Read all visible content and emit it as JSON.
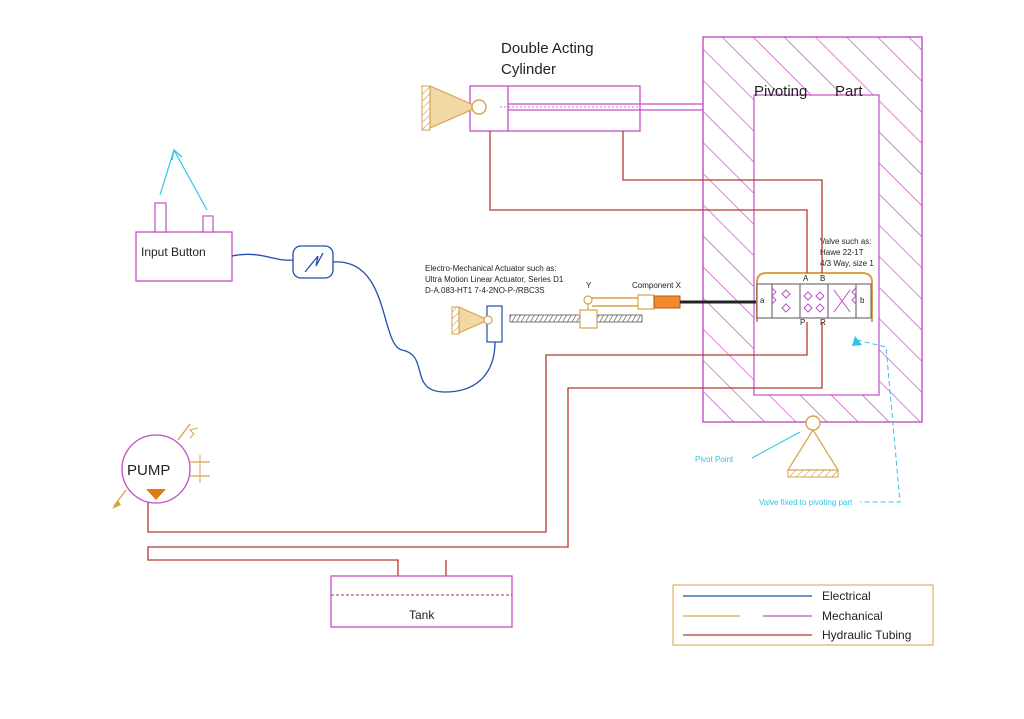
{
  "labels": {
    "cylinder_line1": "Double Acting",
    "cylinder_line2": "Cylinder",
    "pivoting_part_1": "Pivoting",
    "pivoting_part_2": "Part",
    "input_button": "Input Button",
    "actuator_line1": "Electro-Mechanical Actuator such as:",
    "actuator_line2": "Ultra Motion Linear Actuator, Series D1",
    "actuator_line3": "D-A.083-HT1 7-4-2NO-P-/RBC3S",
    "y": "Y",
    "component_x": "Component X",
    "valve_line1": "Valve such as:",
    "valve_line2": "Hawe 22-1T",
    "valve_line3": "4/3 Way, size 1",
    "port_a": "A",
    "port_b": "B",
    "port_p": "P",
    "port_r": "R",
    "solenoid_a": "a",
    "solenoid_b": "b",
    "pump": "PUMP",
    "tank": "Tank",
    "pivot_point": "Pivot Point",
    "valve_fixed": "Valve fixed to pivoting part"
  },
  "legend": {
    "electrical": "Electrical",
    "mechanical": "Mechanical",
    "hydraulic": "Hydraulic Tubing"
  },
  "colors": {
    "electrical": "#1f4fa8",
    "mechanical": "#d8a24a",
    "mechanical_alt": "#c24fc6",
    "hydraulic": "#b53a2c",
    "annotation": "#2ec4e6",
    "pump_accent": "#e07a10"
  }
}
